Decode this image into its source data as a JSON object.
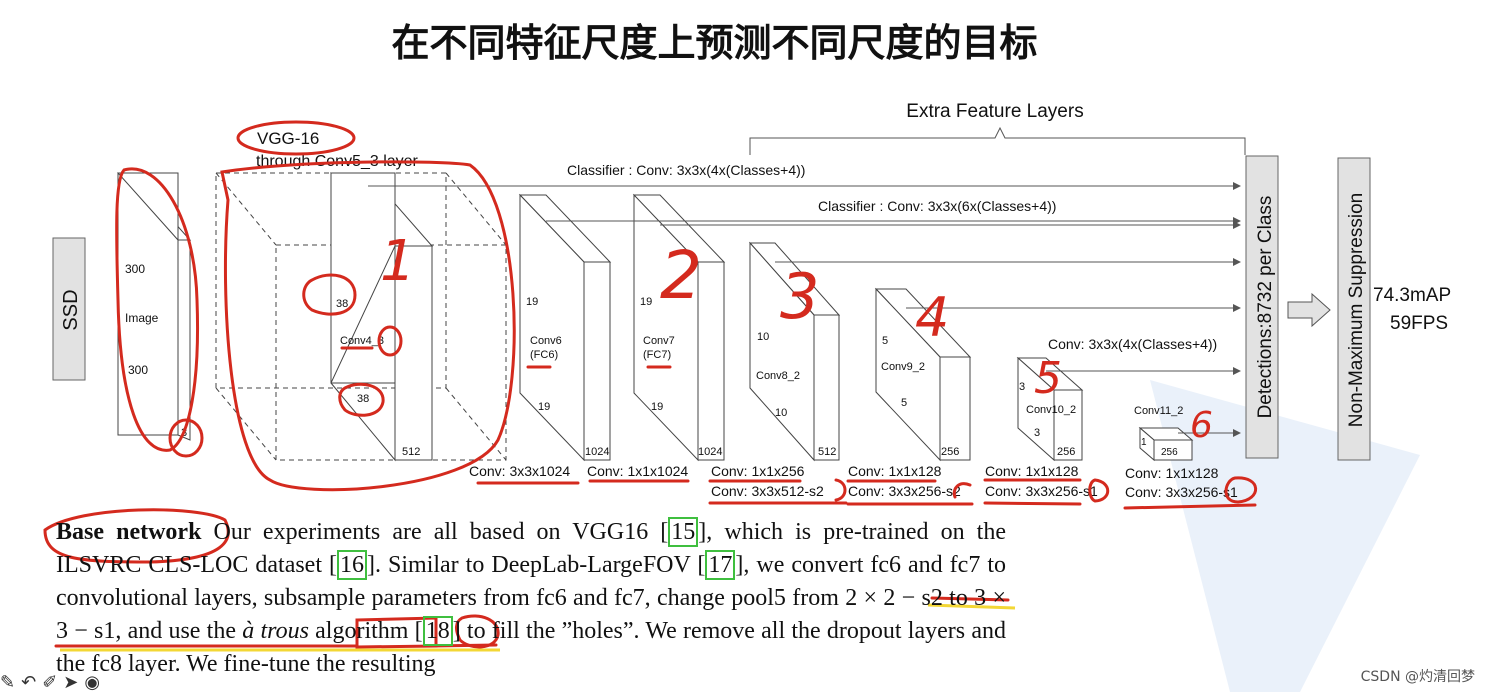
{
  "title": "在不同特征尺度上预测不同尺度的目标",
  "ssd": "SSD",
  "vgg": {
    "name": "VGG-16",
    "sub": "through Conv5_3 layer"
  },
  "extra": "Extra Feature Layers",
  "classifiers": {
    "c1": "Classifier : Conv: 3x3x(4x(Classes+4))",
    "c2": "Classifier : Conv: 3x3x(6x(Classes+4))",
    "c3": "Conv: 3x3x(4x(Classes+4))"
  },
  "image": {
    "w": "300",
    "label": "Image",
    "h": "300",
    "c": "3"
  },
  "conv4": {
    "w": "38",
    "label": "Conv4_3",
    "h": "38",
    "c": "512"
  },
  "conv6": {
    "w": "19",
    "label1": "Conv6",
    "label2": "(FC6)",
    "h": "19",
    "c": "1024",
    "op1": "Conv: 3x3x1024"
  },
  "conv7": {
    "w": "19",
    "label1": "Conv7",
    "label2": "(FC7)",
    "h": "19",
    "c": "1024",
    "op1": "Conv: 1x1x1024"
  },
  "conv8": {
    "w": "10",
    "label": "Conv8_2",
    "h": "10",
    "c": "512",
    "op1": "Conv: 1x1x256",
    "op2": "Conv:  3x3x512-s2"
  },
  "conv9": {
    "w": "5",
    "label": "Conv9_2",
    "h": "5",
    "c": "256",
    "op1": "Conv: 1x1x128",
    "op2": "Conv: 3x3x256-s2"
  },
  "conv10": {
    "w": "3",
    "label": "Conv10_2",
    "h": "3",
    "c": "256",
    "op1": "Conv: 1x1x128",
    "op2": "Conv: 3x3x256-s1"
  },
  "conv11": {
    "w": "1",
    "label": "Conv11_2",
    "c": "256",
    "op1": "Conv: 1x1x128",
    "op2": "Conv: 3x3x256-s1"
  },
  "detections": "Detections:8732  per Class",
  "nms": "Non-Maximum Suppression",
  "result1": "74.3mAP",
  "result2": "59FPS",
  "annotations": [
    "1",
    "2",
    "3",
    "4",
    "5",
    "6"
  ],
  "paragraph": {
    "bold": "Base network",
    "t1": " Our experiments are all based on VGG16 [",
    "r1": "15",
    "t2": "], which is pre-trained on the ILSVRC CLS-LOC dataset [",
    "r2": "16",
    "t3": "]. Similar to DeepLab-LargeFOV [",
    "r3": "17",
    "t4": "], we convert fc6 and fc7 to convolutional layers, subsample parameters from fc6 and fc7, change pool5 from 2 × 2 − s2 to 3 × 3 − s1, and use the ",
    "italic": "à trous",
    "t5": " algorithm [",
    "r4": "18",
    "t6": "] to fill the ”holes”. We remove all the dropout layers and the fc8 layer. We fine-tune the resulting"
  },
  "watermark": "CSDN @灼清回梦",
  "colors": {
    "annotation": "#d42a1e",
    "highlight": "#f2d320",
    "ref": "#3fbf3f"
  }
}
